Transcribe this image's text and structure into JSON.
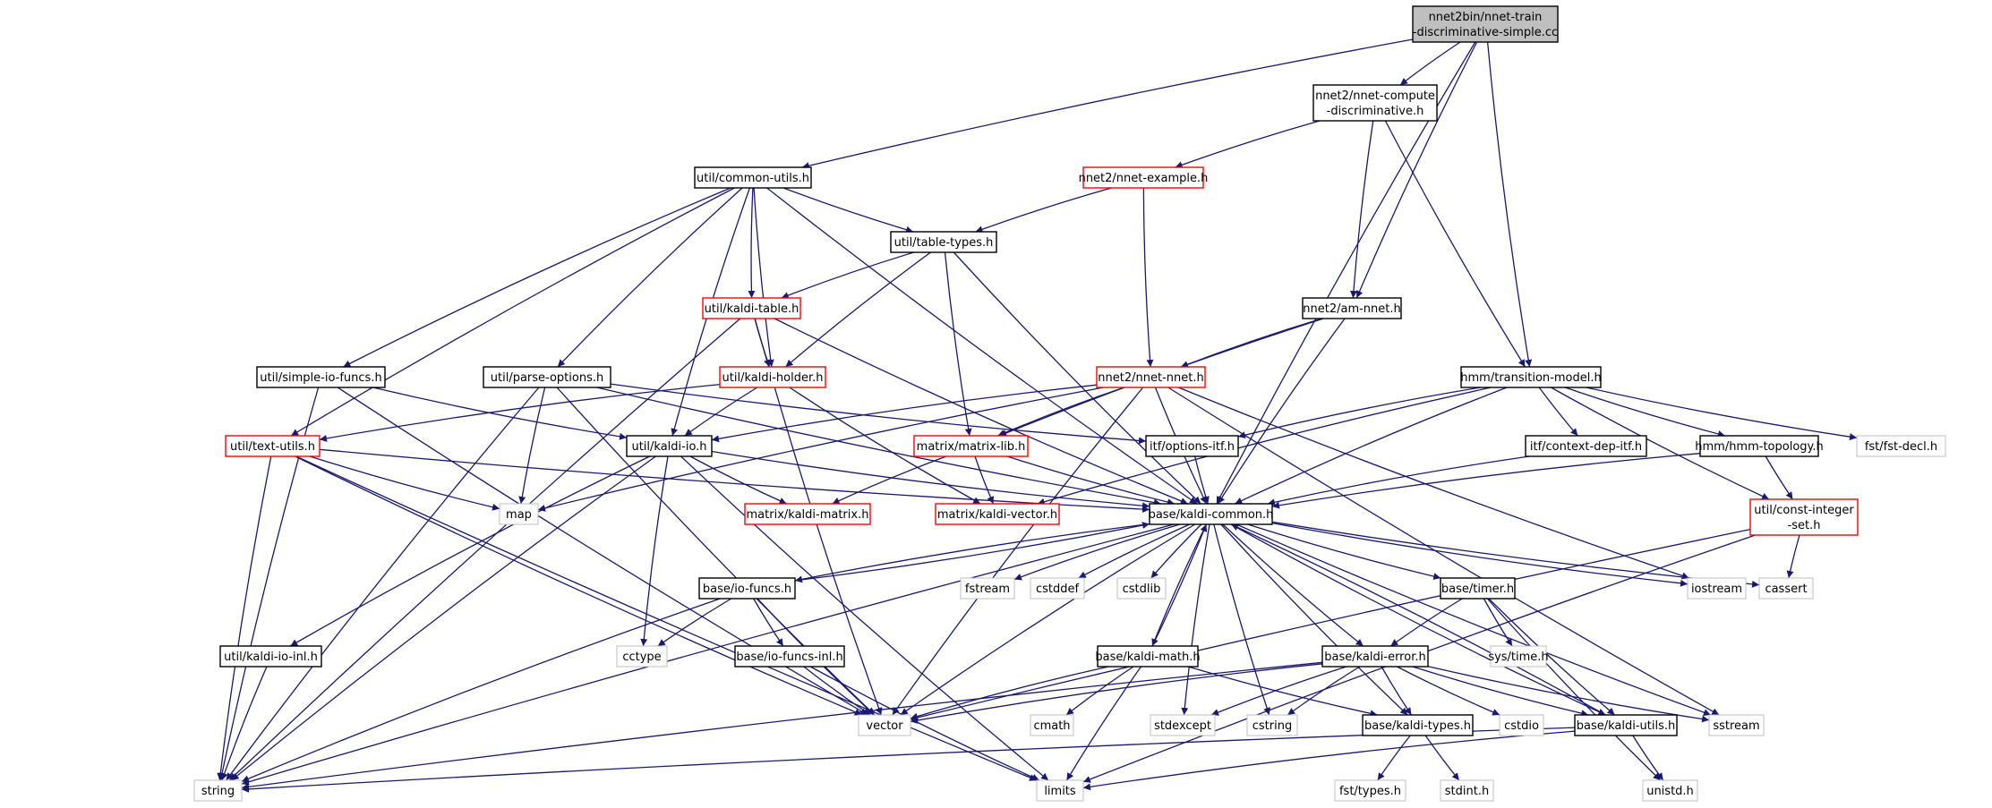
{
  "colors": {
    "edge": "#191970",
    "root_fill": "#bfbfbf",
    "node_border": "#000000",
    "incomplete_border": "#ff0000",
    "external_border": "#bfbfbf",
    "external_text": "#7f7f7f"
  },
  "nodes": {
    "root": {
      "lines": [
        "nnet2bin/nnet-train",
        "-discriminative-simple.cc"
      ],
      "kind": "root"
    },
    "compute_disc": {
      "lines": [
        "nnet2/nnet-compute",
        "-discriminative.h"
      ],
      "kind": "normal"
    },
    "common_utils": {
      "lines": [
        "util/common-utils.h"
      ],
      "kind": "normal"
    },
    "nnet_example": {
      "lines": [
        "nnet2/nnet-example.h"
      ],
      "kind": "incomplete"
    },
    "table_types": {
      "lines": [
        "util/table-types.h"
      ],
      "kind": "normal"
    },
    "kaldi_table": {
      "lines": [
        "util/kaldi-table.h"
      ],
      "kind": "incomplete"
    },
    "am_nnet": {
      "lines": [
        "nnet2/am-nnet.h"
      ],
      "kind": "normal"
    },
    "simple_io": {
      "lines": [
        "util/simple-io-funcs.h"
      ],
      "kind": "normal"
    },
    "parse_options": {
      "lines": [
        "util/parse-options.h"
      ],
      "kind": "normal"
    },
    "kaldi_holder": {
      "lines": [
        "util/kaldi-holder.h"
      ],
      "kind": "incomplete"
    },
    "nnet_nnet": {
      "lines": [
        "nnet2/nnet-nnet.h"
      ],
      "kind": "incomplete"
    },
    "transition_model": {
      "lines": [
        "hmm/transition-model.h"
      ],
      "kind": "normal"
    },
    "text_utils": {
      "lines": [
        "util/text-utils.h"
      ],
      "kind": "incomplete"
    },
    "kaldi_io": {
      "lines": [
        "util/kaldi-io.h"
      ],
      "kind": "normal"
    },
    "matrix_lib": {
      "lines": [
        "matrix/matrix-lib.h"
      ],
      "kind": "incomplete"
    },
    "options_itf": {
      "lines": [
        "itf/options-itf.h"
      ],
      "kind": "normal"
    },
    "context_dep_itf": {
      "lines": [
        "itf/context-dep-itf.h"
      ],
      "kind": "normal"
    },
    "hmm_topology": {
      "lines": [
        "hmm/hmm-topology.h"
      ],
      "kind": "normal"
    },
    "fst_decl": {
      "lines": [
        "fst/fst-decl.h"
      ],
      "kind": "external"
    },
    "map": {
      "lines": [
        "map"
      ],
      "kind": "external"
    },
    "kaldi_matrix": {
      "lines": [
        "matrix/kaldi-matrix.h"
      ],
      "kind": "incomplete"
    },
    "kaldi_vector": {
      "lines": [
        "matrix/kaldi-vector.h"
      ],
      "kind": "incomplete"
    },
    "kaldi_common": {
      "lines": [
        "base/kaldi-common.h"
      ],
      "kind": "normal"
    },
    "const_integer_set": {
      "lines": [
        "util/const-integer",
        "-set.h"
      ],
      "kind": "incomplete"
    },
    "io_funcs": {
      "lines": [
        "base/io-funcs.h"
      ],
      "kind": "normal"
    },
    "fstream": {
      "lines": [
        "fstream"
      ],
      "kind": "external"
    },
    "cstddef": {
      "lines": [
        "cstddef"
      ],
      "kind": "external"
    },
    "cstdlib": {
      "lines": [
        "cstdlib"
      ],
      "kind": "external"
    },
    "timer": {
      "lines": [
        "base/timer.h"
      ],
      "kind": "normal"
    },
    "iostream": {
      "lines": [
        "iostream"
      ],
      "kind": "external"
    },
    "cassert": {
      "lines": [
        "cassert"
      ],
      "kind": "external"
    },
    "cctype": {
      "lines": [
        "cctype"
      ],
      "kind": "external"
    },
    "kaldi_io_inl": {
      "lines": [
        "util/kaldi-io-inl.h"
      ],
      "kind": "normal"
    },
    "io_funcs_inl": {
      "lines": [
        "base/io-funcs-inl.h"
      ],
      "kind": "normal"
    },
    "kaldi_math": {
      "lines": [
        "base/kaldi-math.h"
      ],
      "kind": "normal"
    },
    "kaldi_error": {
      "lines": [
        "base/kaldi-error.h"
      ],
      "kind": "normal"
    },
    "sys_time": {
      "lines": [
        "sys/time.h"
      ],
      "kind": "external"
    },
    "vector": {
      "lines": [
        "vector"
      ],
      "kind": "external"
    },
    "cmath": {
      "lines": [
        "cmath"
      ],
      "kind": "external"
    },
    "stdexcept": {
      "lines": [
        "stdexcept"
      ],
      "kind": "external"
    },
    "cstring": {
      "lines": [
        "cstring"
      ],
      "kind": "external"
    },
    "kaldi_types": {
      "lines": [
        "base/kaldi-types.h"
      ],
      "kind": "normal"
    },
    "cstdio": {
      "lines": [
        "cstdio"
      ],
      "kind": "external"
    },
    "kaldi_utils": {
      "lines": [
        "base/kaldi-utils.h"
      ],
      "kind": "normal"
    },
    "sstream": {
      "lines": [
        "sstream"
      ],
      "kind": "external"
    },
    "string": {
      "lines": [
        "string"
      ],
      "kind": "external"
    },
    "limits": {
      "lines": [
        "limits"
      ],
      "kind": "external"
    },
    "fst_types": {
      "lines": [
        "fst/types.h"
      ],
      "kind": "external"
    },
    "stdint": {
      "lines": [
        "stdint.h"
      ],
      "kind": "external"
    },
    "unistd": {
      "lines": [
        "unistd.h"
      ],
      "kind": "external"
    }
  },
  "edges": [
    [
      "root",
      "compute_disc"
    ],
    [
      "root",
      "common_utils"
    ],
    [
      "root",
      "am_nnet"
    ],
    [
      "root",
      "transition_model"
    ],
    [
      "root",
      "kaldi_common"
    ],
    [
      "compute_disc",
      "nnet_example"
    ],
    [
      "compute_disc",
      "am_nnet"
    ],
    [
      "compute_disc",
      "transition_model"
    ],
    [
      "nnet_example",
      "table_types"
    ],
    [
      "nnet_example",
      "nnet_nnet"
    ],
    [
      "common_utils",
      "table_types"
    ],
    [
      "common_utils",
      "kaldi_table"
    ],
    [
      "common_utils",
      "kaldi_holder"
    ],
    [
      "common_utils",
      "simple_io"
    ],
    [
      "common_utils",
      "parse_options"
    ],
    [
      "common_utils",
      "text_utils"
    ],
    [
      "common_utils",
      "kaldi_io"
    ],
    [
      "common_utils",
      "kaldi_common"
    ],
    [
      "table_types",
      "kaldi_table"
    ],
    [
      "table_types",
      "kaldi_holder"
    ],
    [
      "table_types",
      "matrix_lib"
    ],
    [
      "table_types",
      "kaldi_common"
    ],
    [
      "kaldi_table",
      "kaldi_holder"
    ],
    [
      "kaldi_table",
      "string"
    ],
    [
      "kaldi_table",
      "vector"
    ],
    [
      "kaldi_table",
      "kaldi_common"
    ],
    [
      "am_nnet",
      "nnet_nnet"
    ],
    [
      "am_nnet",
      "matrix_lib"
    ],
    [
      "am_nnet",
      "kaldi_common"
    ],
    [
      "simple_io",
      "kaldi_io"
    ],
    [
      "simple_io",
      "string"
    ],
    [
      "simple_io",
      "vector"
    ],
    [
      "parse_options",
      "options_itf"
    ],
    [
      "parse_options",
      "kaldi_common"
    ],
    [
      "parse_options",
      "map"
    ],
    [
      "parse_options",
      "string"
    ],
    [
      "parse_options",
      "vector"
    ],
    [
      "kaldi_holder",
      "text_utils"
    ],
    [
      "kaldi_holder",
      "kaldi_io"
    ],
    [
      "kaldi_holder",
      "kaldi_vector"
    ],
    [
      "nnet_nnet",
      "kaldi_io"
    ],
    [
      "nnet_nnet",
      "matrix_lib"
    ],
    [
      "nnet_nnet",
      "kaldi_common"
    ],
    [
      "nnet_nnet",
      "map"
    ],
    [
      "nnet_nnet",
      "vector"
    ],
    [
      "nnet_nnet",
      "iostream"
    ],
    [
      "nnet_nnet",
      "sstream"
    ],
    [
      "transition_model",
      "options_itf"
    ],
    [
      "transition_model",
      "context_dep_itf"
    ],
    [
      "transition_model",
      "hmm_topology"
    ],
    [
      "transition_model",
      "fst_decl"
    ],
    [
      "transition_model",
      "kaldi_common"
    ],
    [
      "transition_model",
      "kaldi_vector"
    ],
    [
      "transition_model",
      "const_integer_set"
    ],
    [
      "text_utils",
      "kaldi_common"
    ],
    [
      "text_utils",
      "map"
    ],
    [
      "text_utils",
      "string"
    ],
    [
      "text_utils",
      "vector"
    ],
    [
      "text_utils",
      "limits"
    ],
    [
      "kaldi_io",
      "kaldi_common"
    ],
    [
      "kaldi_io",
      "kaldi_matrix"
    ],
    [
      "kaldi_io",
      "kaldi_io_inl"
    ],
    [
      "kaldi_io",
      "cctype"
    ],
    [
      "kaldi_io",
      "limits"
    ],
    [
      "kaldi_io",
      "string"
    ],
    [
      "matrix_lib",
      "kaldi_matrix"
    ],
    [
      "matrix_lib",
      "kaldi_vector"
    ],
    [
      "matrix_lib",
      "kaldi_common"
    ],
    [
      "options_itf",
      "kaldi_common"
    ],
    [
      "context_dep_itf",
      "kaldi_common"
    ],
    [
      "hmm_topology",
      "kaldi_common"
    ],
    [
      "hmm_topology",
      "const_integer_set"
    ],
    [
      "const_integer_set",
      "vector"
    ],
    [
      "const_integer_set",
      "cassert"
    ],
    [
      "const_integer_set",
      "limits"
    ],
    [
      "kaldi_common",
      "io_funcs"
    ],
    [
      "kaldi_common",
      "fstream"
    ],
    [
      "kaldi_common",
      "cstddef"
    ],
    [
      "kaldi_common",
      "cstdlib"
    ],
    [
      "kaldi_common",
      "timer"
    ],
    [
      "kaldi_common",
      "iostream"
    ],
    [
      "kaldi_common",
      "cassert"
    ],
    [
      "kaldi_common",
      "kaldi_math"
    ],
    [
      "kaldi_common",
      "kaldi_error"
    ],
    [
      "kaldi_common",
      "string"
    ],
    [
      "kaldi_common",
      "vector"
    ],
    [
      "kaldi_common",
      "stdexcept"
    ],
    [
      "kaldi_common",
      "cstring"
    ],
    [
      "kaldi_common",
      "kaldi_types"
    ],
    [
      "kaldi_common",
      "kaldi_utils"
    ],
    [
      "kaldi_common",
      "sstream"
    ],
    [
      "io_funcs",
      "kaldi_common"
    ],
    [
      "io_funcs",
      "cctype"
    ],
    [
      "io_funcs",
      "io_funcs_inl"
    ],
    [
      "io_funcs",
      "vector"
    ],
    [
      "io_funcs",
      "string"
    ],
    [
      "kaldi_io_inl",
      "string"
    ],
    [
      "io_funcs_inl",
      "vector"
    ],
    [
      "io_funcs_inl",
      "limits"
    ],
    [
      "kaldi_math",
      "kaldi_common"
    ],
    [
      "kaldi_math",
      "cmath"
    ],
    [
      "kaldi_math",
      "limits"
    ],
    [
      "kaldi_math",
      "vector"
    ],
    [
      "kaldi_math",
      "kaldi_types"
    ],
    [
      "timer",
      "kaldi_error"
    ],
    [
      "timer",
      "sys_time"
    ],
    [
      "timer",
      "kaldi_utils"
    ],
    [
      "timer",
      "unistd"
    ],
    [
      "kaldi_error",
      "vector"
    ],
    [
      "kaldi_error",
      "stdexcept"
    ],
    [
      "kaldi_error",
      "cstring"
    ],
    [
      "kaldi_error",
      "kaldi_types"
    ],
    [
      "kaldi_error",
      "cstdio"
    ],
    [
      "kaldi_error",
      "kaldi_utils"
    ],
    [
      "kaldi_error",
      "sstream"
    ],
    [
      "kaldi_error",
      "string"
    ],
    [
      "kaldi_types",
      "fst_types"
    ],
    [
      "kaldi_types",
      "stdint"
    ],
    [
      "kaldi_utils",
      "kaldi_common"
    ],
    [
      "kaldi_utils",
      "string"
    ],
    [
      "kaldi_utils",
      "limits"
    ],
    [
      "kaldi_utils",
      "unistd"
    ]
  ]
}
